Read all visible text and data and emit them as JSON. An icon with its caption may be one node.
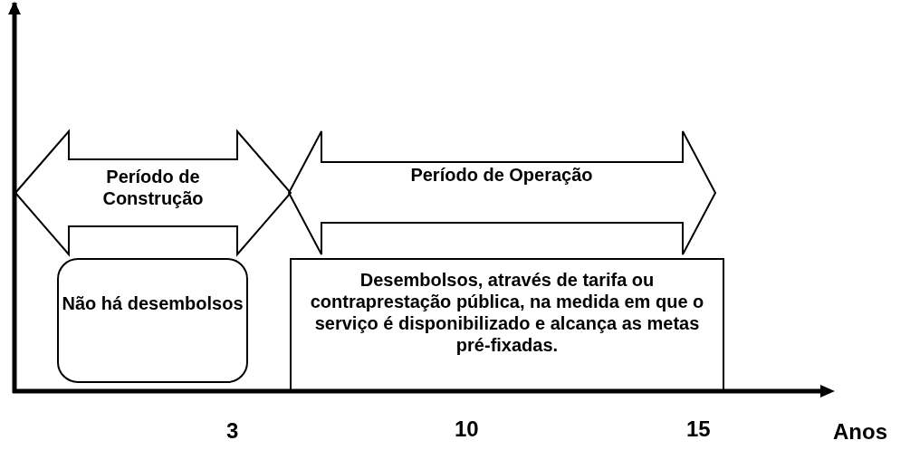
{
  "diagram": {
    "nodes": [
      {
        "text": [
          "Período de Construção"
        ]
      },
      {
        "text": [
          "Período de Operação"
        ]
      },
      {
        "text": [
          "Não há desembolsos"
        ]
      },
      {
        "text": [
          "Desembolsos, através de tarifa ou contraprestação pública, na medida em que o serviço é disponibilizado e alcança as metas pré-fixadas."
        ]
      }
    ],
    "labels": [
      "3",
      "10",
      "15",
      "Anos"
    ]
  }
}
